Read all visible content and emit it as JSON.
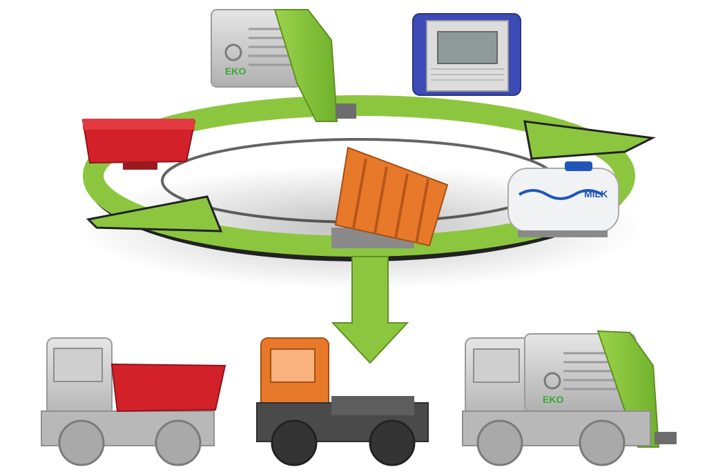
{
  "modules": {
    "garbage_top": {
      "label": "EKO"
    },
    "container_top": {
      "label": ""
    },
    "red_box": {
      "label": ""
    },
    "dump_bed": {
      "label": ""
    },
    "milk_tank": {
      "label": "MILK"
    }
  },
  "trucks": {
    "grey_flatbed": {
      "label": ""
    },
    "orange_tractor": {
      "label": ""
    },
    "garbage_truck": {
      "label": "EKO"
    }
  },
  "colors": {
    "ring_green": "#8cc63f",
    "ring_dark": "#222222",
    "red_body": "#d3212a",
    "orange_body": "#e8792b",
    "truck_grey": "#b8b8b8",
    "chassis_dark": "#4a4a4a",
    "container_blue": "#3c4bb5",
    "eko_green": "#3aa935",
    "milk_blue": "#1f56b8"
  }
}
